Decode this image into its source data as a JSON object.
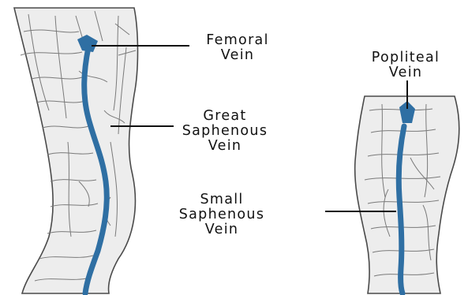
{
  "labels": {
    "femoral": {
      "line1": "Femoral",
      "line2": "Vein"
    },
    "popliteal": {
      "line1": "Popliteal",
      "line2": "Vein"
    },
    "great": {
      "line1": "Great",
      "line2": "Saphenous",
      "line3": "Vein"
    },
    "small": {
      "line1": "Small",
      "line2": "Saphenous",
      "line3": "Vein"
    }
  },
  "colors": {
    "vein": "#2f6fa3",
    "skin": "#ededed",
    "outline": "#4a4a4a",
    "sketch": "#7a7a7a",
    "leader": "#111111"
  }
}
